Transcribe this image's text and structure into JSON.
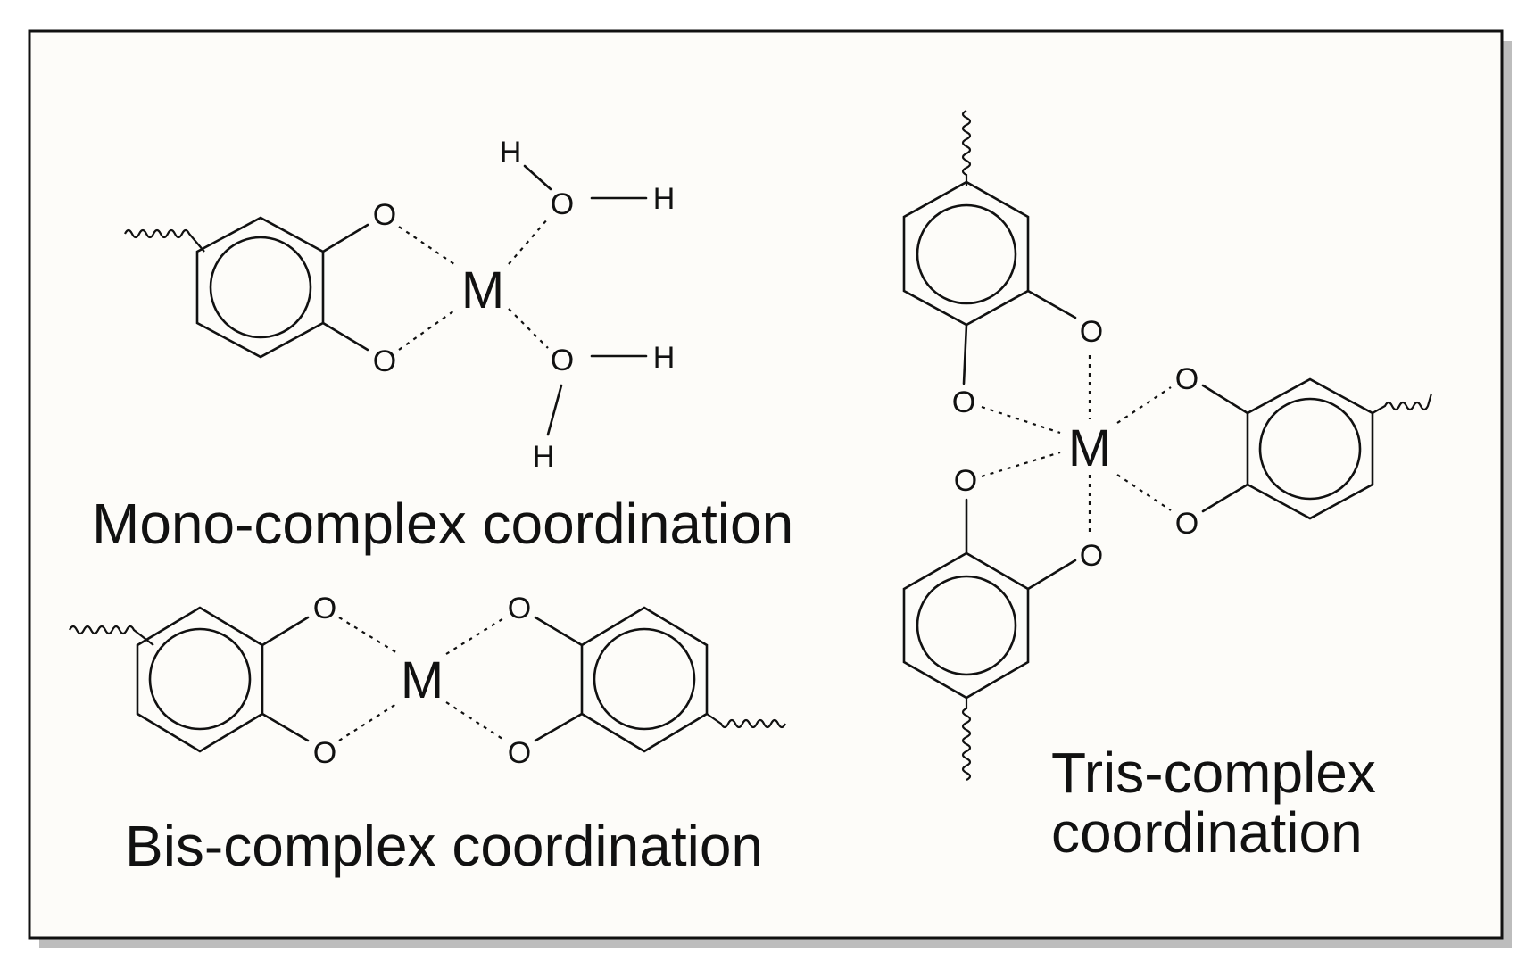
{
  "frame": {
    "background": "#fdfcf9",
    "border": "#111111",
    "shadow": "#bdbdbd"
  },
  "labels": {
    "oxygen": "O",
    "hydrogen": "H",
    "metal": "M"
  },
  "captions": {
    "mono": "Mono-complex coordination",
    "bis": "Bis-complex coordination",
    "tris_line1": "Tris-complex",
    "tris_line2": "coordination"
  }
}
